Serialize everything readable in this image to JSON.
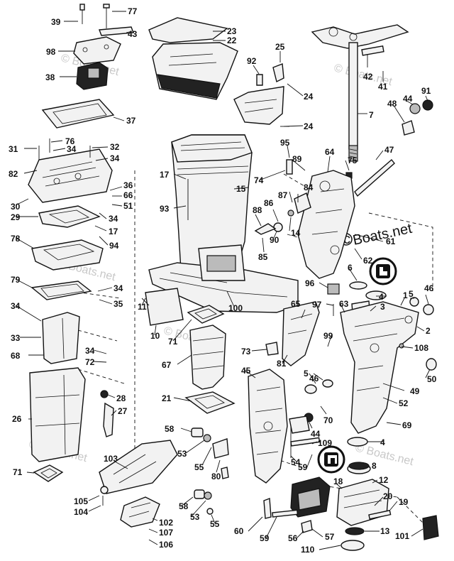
{
  "watermark_text": "© Boats.net",
  "watermark_text_short": "Boats.net",
  "labels": [
    "39",
    "77",
    "43",
    "98",
    "23",
    "22",
    "25",
    "92",
    "38",
    "24",
    "42",
    "41",
    "91",
    "44",
    "48",
    "7",
    "37",
    "24",
    "76",
    "31",
    "34",
    "32",
    "95",
    "47",
    "82",
    "34",
    "75",
    "89",
    "64",
    "74",
    "17",
    "15",
    "87",
    "84",
    "93",
    "86",
    "36",
    "66",
    "30",
    "51",
    "34",
    "29",
    "88",
    "17",
    "14",
    "90",
    "94",
    "78",
    "85",
    "61",
    "62",
    "6",
    "96",
    "79",
    "34",
    "35",
    "4",
    "97",
    "46",
    "5",
    "63",
    "3",
    "1",
    "2",
    "11",
    "10",
    "65",
    "100",
    "34",
    "71",
    "33",
    "99",
    "108",
    "73",
    "81",
    "68",
    "34",
    "72",
    "5",
    "46",
    "67",
    "50",
    "45",
    "49",
    "28",
    "27",
    "52",
    "21",
    "70",
    "69",
    "26",
    "58",
    "44",
    "109",
    "53",
    "59",
    "4",
    "80",
    "55",
    "54",
    "103",
    "8",
    "71",
    "18",
    "12",
    "105",
    "104",
    "58",
    "20",
    "19",
    "53",
    "102",
    "60",
    "59",
    "56",
    "57",
    "13",
    "107",
    "55",
    "106",
    "110",
    "101"
  ]
}
